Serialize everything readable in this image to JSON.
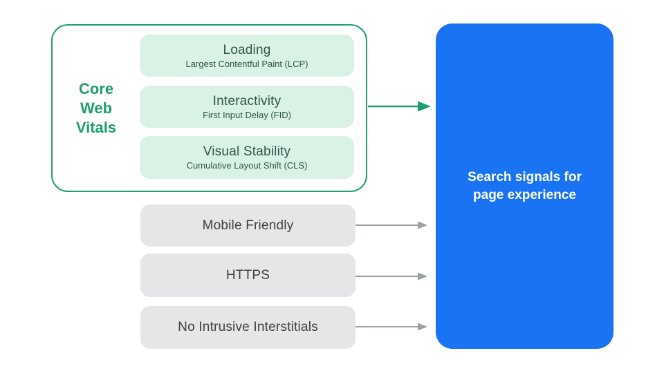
{
  "colors": {
    "green": "#1f9c74",
    "green_fill": "#d9f2e5",
    "green_dark": "#2f5548",
    "gray_fill": "#e6e6e8",
    "gray_text": "#3c4043",
    "arrow_gray": "#9aa0a6",
    "blue": "#1a73f2",
    "white_text": "#ffffff"
  },
  "core_web_vitals": {
    "label": "Core Web Vitals",
    "items": [
      {
        "title": "Loading",
        "subtitle": "Largest Contentful Paint (LCP)"
      },
      {
        "title": "Interactivity",
        "subtitle": "First Input Delay (FID)"
      },
      {
        "title": "Visual Stability",
        "subtitle": "Cumulative Layout Shift (CLS)"
      }
    ]
  },
  "other_signals": [
    {
      "label": "Mobile Friendly"
    },
    {
      "label": "HTTPS"
    },
    {
      "label": "No Intrusive Interstitials"
    }
  ],
  "result_box": {
    "label": "Search signals for page experience"
  }
}
